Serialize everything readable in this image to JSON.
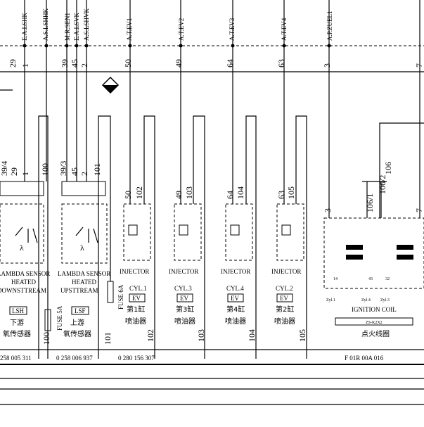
{
  "signals": {
    "lshk": "E.A.LSHK",
    "lshhk": "A.S.LSHHK",
    "sen1": "M.R.SEN1",
    "lsvk": "E.A.LSVK",
    "lshvk": "A.S.LSHVK",
    "ev1": "A.T.EV1",
    "ev2": "A.T.EV2",
    "ev3": "A.T.EV3",
    "ev4": "A.T.EV4",
    "zuel1": "A.P.ZUEL1"
  },
  "pins_top": {
    "p29": "29",
    "p1": "1",
    "p39": "39",
    "p45": "45",
    "p2": "2",
    "p50": "50",
    "p49": "49",
    "p64": "64",
    "p63": "63",
    "p3": "3",
    "p7": "7"
  },
  "connector_pins": {
    "c394": "39/4",
    "c29": "29",
    "c1": "1",
    "c100": "100",
    "c393": "39/3",
    "c45": "45",
    "c2": "2",
    "c101": "101",
    "c50": "50",
    "c102": "102",
    "c49": "49",
    "c103": "103",
    "c64": "64",
    "c104": "104",
    "c63": "63",
    "c105": "105",
    "c3": "3",
    "c1061": "106/1",
    "c1062": "106/2",
    "c106": "106",
    "c7": "7"
  },
  "bottom_pins": {
    "b100": "100",
    "b101": "101",
    "b102": "102",
    "b103": "103",
    "b104": "104",
    "b105": "105"
  },
  "sensor_downstream": {
    "l1": "LAMBDA SENSOR",
    "l2": "HEATED",
    "l3": "DOWNSTTREAM",
    "code": "LSH",
    "cn1": "下游",
    "cn2": "氧传感器"
  },
  "sensor_upstream": {
    "l1": "LAMBDA SENSOR",
    "l2": "HEATED",
    "l3": "UPSTTREAM",
    "code": "LSF",
    "cn1": "上游",
    "cn2": "氧传感器"
  },
  "fuses": {
    "f1": "FUSE 5A",
    "f2": "FUSE 6A"
  },
  "injectors": [
    {
      "label": "INJECTOR",
      "cyl": "CYL.1",
      "code": "EV",
      "cn1": "第1缸",
      "cn2": "喷油器"
    },
    {
      "label": "INJECTOR",
      "cyl": "CYL.3",
      "code": "EV",
      "cn1": "第3缸",
      "cn2": "喷油器"
    },
    {
      "label": "INJECTOR",
      "cyl": "CYL.4",
      "code": "EV",
      "cn1": "第4缸",
      "cn2": "喷油器"
    },
    {
      "label": "INJECTOR",
      "cyl": "CYL.2",
      "code": "EV",
      "cn1": "第2缸",
      "cn2": "喷油器"
    }
  ],
  "ignition": {
    "label": "IGNITION COIL",
    "code": "ZS-K2X2",
    "cn": "点火线圈",
    "pin14": "14",
    "pin43": "43",
    "pin32": "32",
    "zyl1": "Zyl.1",
    "zyl4": "Zyl.4",
    "zyl3": "Zyl.3"
  },
  "part_numbers": {
    "pn1": "258 005 311",
    "pn2": "0 258 006 937",
    "pn3": "0 280 156 307",
    "pn4": "F 01R 00A 016"
  }
}
